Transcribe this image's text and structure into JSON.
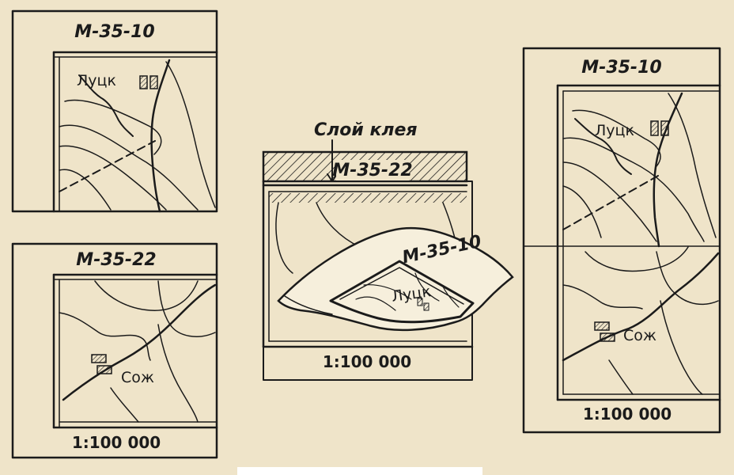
{
  "sheet_top_left": {
    "code": "М-35-10",
    "town": "Луцк"
  },
  "sheet_bottom_left": {
    "code": "М-35-22",
    "town": "Сож",
    "scale": "1:100 000"
  },
  "middle_panel": {
    "glue_label": "Слой клея",
    "base_code": "М-35-22",
    "peel_code": "М-35-10",
    "peel_town": "Луцк",
    "scale": "1:100 000"
  },
  "right_panel": {
    "code": "М-35-10",
    "town_top": "Луцк",
    "town_bottom": "Сож",
    "scale": "1:100 000"
  },
  "colors": {
    "paper": "#efe4c9",
    "ink": "#1b1b1b"
  }
}
